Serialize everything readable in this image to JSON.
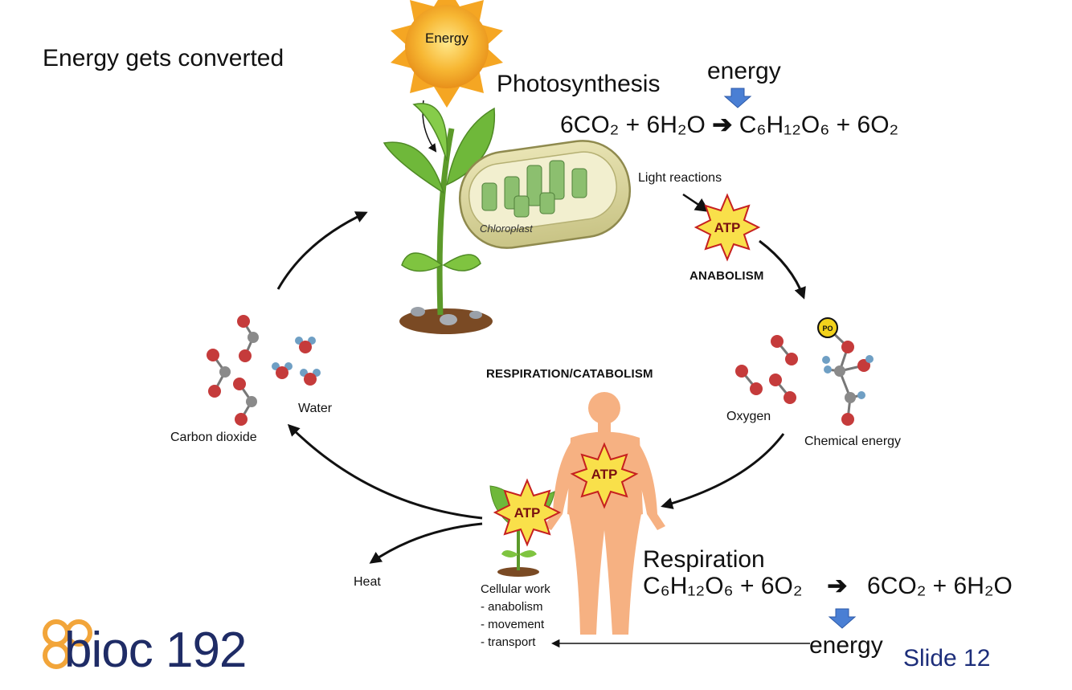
{
  "title": "Energy gets converted",
  "sun_label": "Energy",
  "photosynthesis": {
    "heading": "Photosynthesis",
    "energy_label": "energy",
    "lhs": "6CO₂ + 6H₂O",
    "arrow": "➔",
    "rhs": "C₆H₁₂O₆ + 6O₂"
  },
  "chloroplast_label": "Chloroplast",
  "light_reactions": "Light reactions",
  "atp": "ATP",
  "anabolism": "ANABOLISM",
  "respiration_catabolism": "RESPIRATION/CATABOLISM",
  "oxygen": "Oxygen",
  "chemical_energy": "Chemical energy",
  "carbon_dioxide": "Carbon dioxide",
  "water": "Water",
  "heat": "Heat",
  "cellular_work": {
    "title": "Cellular work",
    "items": [
      "- anabolism",
      "- movement",
      "- transport"
    ]
  },
  "respiration": {
    "heading": "Respiration",
    "lhs": "C₆H₁₂O₆ + 6O₂",
    "arrow": "➔",
    "rhs": "6CO₂ + 6H₂O",
    "energy_label": "energy"
  },
  "slide_number": "Slide 12",
  "logo_text": "bioc 192",
  "colors": {
    "down_arrow": "#4a7fd4",
    "atp_fill": "#f9e04a",
    "atp_stroke": "#c62020",
    "leaf": "#6fb83a",
    "body": "#f6b182",
    "oxygen_atom": "#c53b3b",
    "carbon_atom": "#8a8a8a",
    "hydrogen_atom": "#6f9fc4",
    "slide_text": "#1d2e7a",
    "logo_orange": "#f2a53a",
    "logo_navy": "#1f2c66"
  }
}
